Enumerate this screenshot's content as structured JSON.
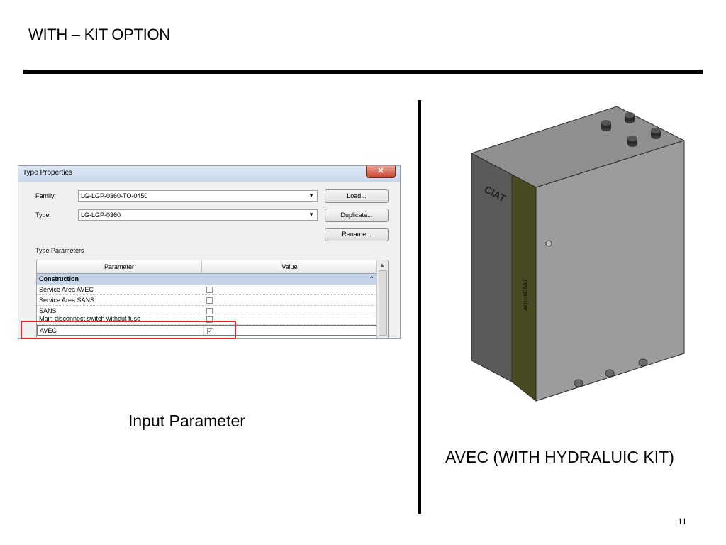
{
  "slide": {
    "title": "WITH – KIT OPTION",
    "caption_left": "Input Parameter",
    "caption_right": "AVEC (WITH HYDRALUIC KIT)",
    "page_number": "11"
  },
  "dialog": {
    "title": "Type Properties",
    "close_glyph": "✕",
    "family_label": "Family:",
    "family_value": "LG-LGP-0360-TO-0450",
    "type_label": "Type:",
    "type_value": "LG-LGP-0360",
    "load_button": "Load...",
    "duplicate_button": "Duplicate...",
    "rename_button": "Rename...",
    "type_parameters_label": "Type Parameters",
    "columns": [
      "Parameter",
      "Value"
    ],
    "group": "Construction",
    "rows": [
      {
        "name": "Service Area AVEC",
        "checked": ""
      },
      {
        "name": "Service Area SANS",
        "checked": ""
      },
      {
        "name": "SANS",
        "checked": ""
      },
      {
        "name": "Main disconnect switch without fuse",
        "checked": ""
      },
      {
        "name": "AVEC",
        "checked": "✓"
      }
    ]
  },
  "cabinet_logo": "CIAT",
  "cabinet_brand": "aquaCIAT",
  "colors": {
    "highlight": "#e8232a",
    "cabinet_front": "#9c9c9c",
    "cabinet_side": "#5a5a5a",
    "cabinet_top": "#8f8f8f",
    "cabinet_stripe": "#4a4a22"
  }
}
